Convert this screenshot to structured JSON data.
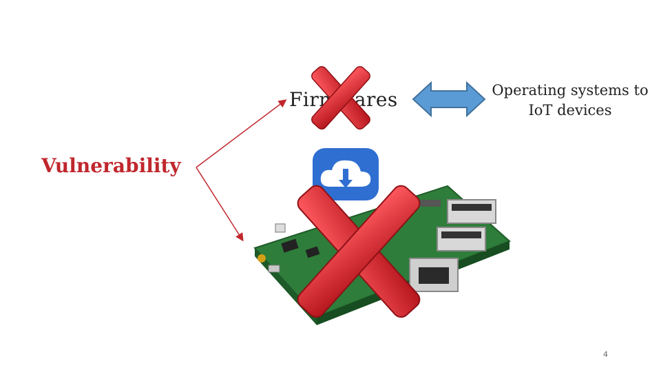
{
  "slide": {
    "firmwares_label": "Firmwares",
    "os_line1": "Operating systems to",
    "os_line2": "IoT devices",
    "vulnerability_label": "Vulnerability",
    "page_number": "4"
  },
  "colors": {
    "arrow_fill": "#5b9bd5",
    "arrow_stroke": "#41719c",
    "vulnerability_red": "#c0272d",
    "cross_red": "#e3242b",
    "cloud_blue": "#2f6fd1",
    "board_green": "#2e7d3a"
  },
  "icons": {
    "double_arrow": "left-right-arrow-icon",
    "small_cross": "red-x-icon",
    "big_cross": "red-x-icon",
    "cloud": "cloud-download-icon",
    "board": "raspberry-pi-board-image"
  }
}
